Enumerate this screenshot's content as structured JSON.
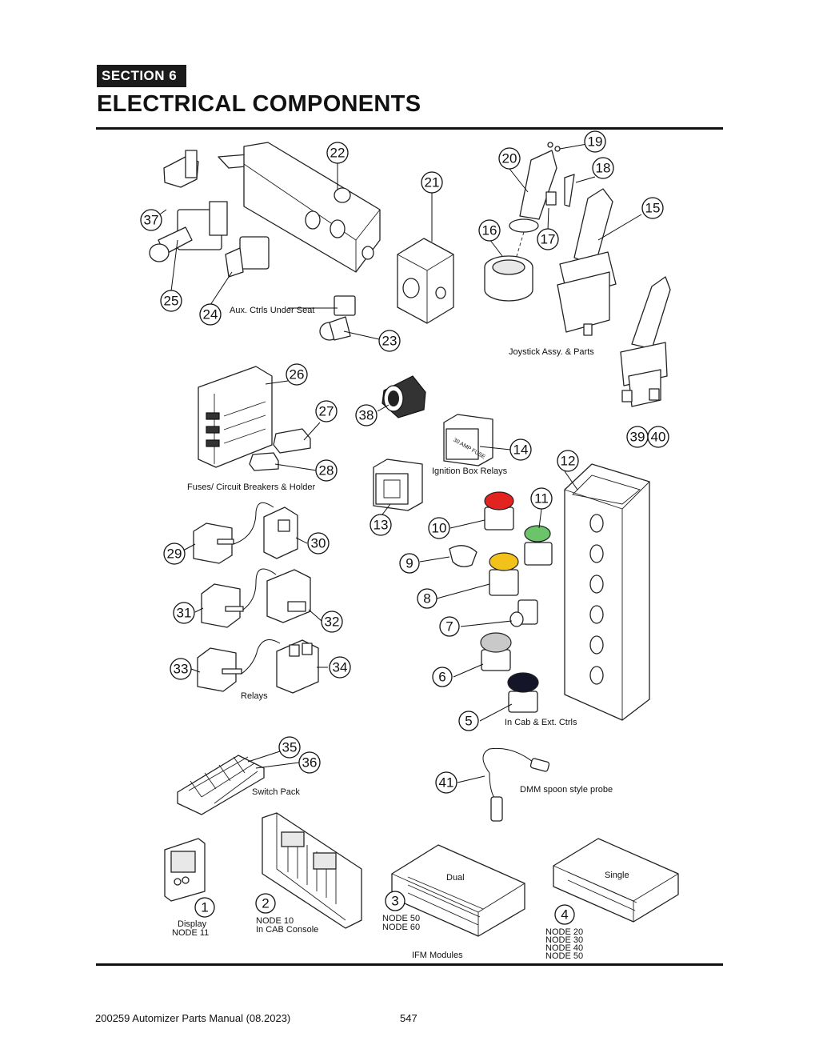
{
  "header": {
    "section_label": "SECTION  6",
    "title": "ELECTRICAL COMPONENTS"
  },
  "captions": {
    "aux_ctrls": "Aux. Ctrls Under Seat",
    "joystick": "Joystick Assy. & Parts",
    "fuses": "Fuses/ Circuit Breakers & Holder",
    "ignition_relays": "Ignition Box Relays",
    "relays": "Relays",
    "in_cab": "In Cab & Ext. Ctrls",
    "switch_pack": "Switch Pack",
    "probe": "DMM spoon style probe",
    "display_1": "Display",
    "display_2": "NODE 11",
    "node10_1": "NODE 10",
    "node10_2": "In CAB Console",
    "node5060_1": "NODE 50",
    "node5060_2": "NODE 60",
    "dual": "Dual",
    "single": "Single",
    "node4_1": "NODE 20",
    "node4_2": "NODE 30",
    "node4_3": "NODE 40",
    "node4_4": "NODE 50",
    "ifm": "IFM Modules",
    "fuse_label": "30 AMP FUSE"
  },
  "callouts": {
    "c1": "1",
    "c2": "2",
    "c3": "3",
    "c4": "4",
    "c5": "5",
    "c6": "6",
    "c7": "7",
    "c8": "8",
    "c9": "9",
    "c10": "10",
    "c11": "11",
    "c12": "12",
    "c13": "13",
    "c14": "14",
    "c15": "15",
    "c16": "16",
    "c17": "17",
    "c18": "18",
    "c19": "19",
    "c20": "20",
    "c21": "21",
    "c22": "22",
    "c23": "23",
    "c24": "24",
    "c25": "25",
    "c26": "26",
    "c27": "27",
    "c28": "28",
    "c29": "29",
    "c30": "30",
    "c31": "31",
    "c32": "32",
    "c33": "33",
    "c34": "34",
    "c35": "35",
    "c36": "36",
    "c37": "37",
    "c38": "38",
    "c39": "39",
    "c40": "40",
    "c41": "41"
  },
  "colors": {
    "button_red": "#e32320",
    "button_green": "#6cc46a",
    "button_yellow": "#f2c21b",
    "button_grey": "#c9c9c9",
    "button_black": "#15152a",
    "section_bg": "#1b1b1b"
  },
  "footer": {
    "manual": "200259 Automizer Parts Manual (08.2023)",
    "page": "547"
  }
}
